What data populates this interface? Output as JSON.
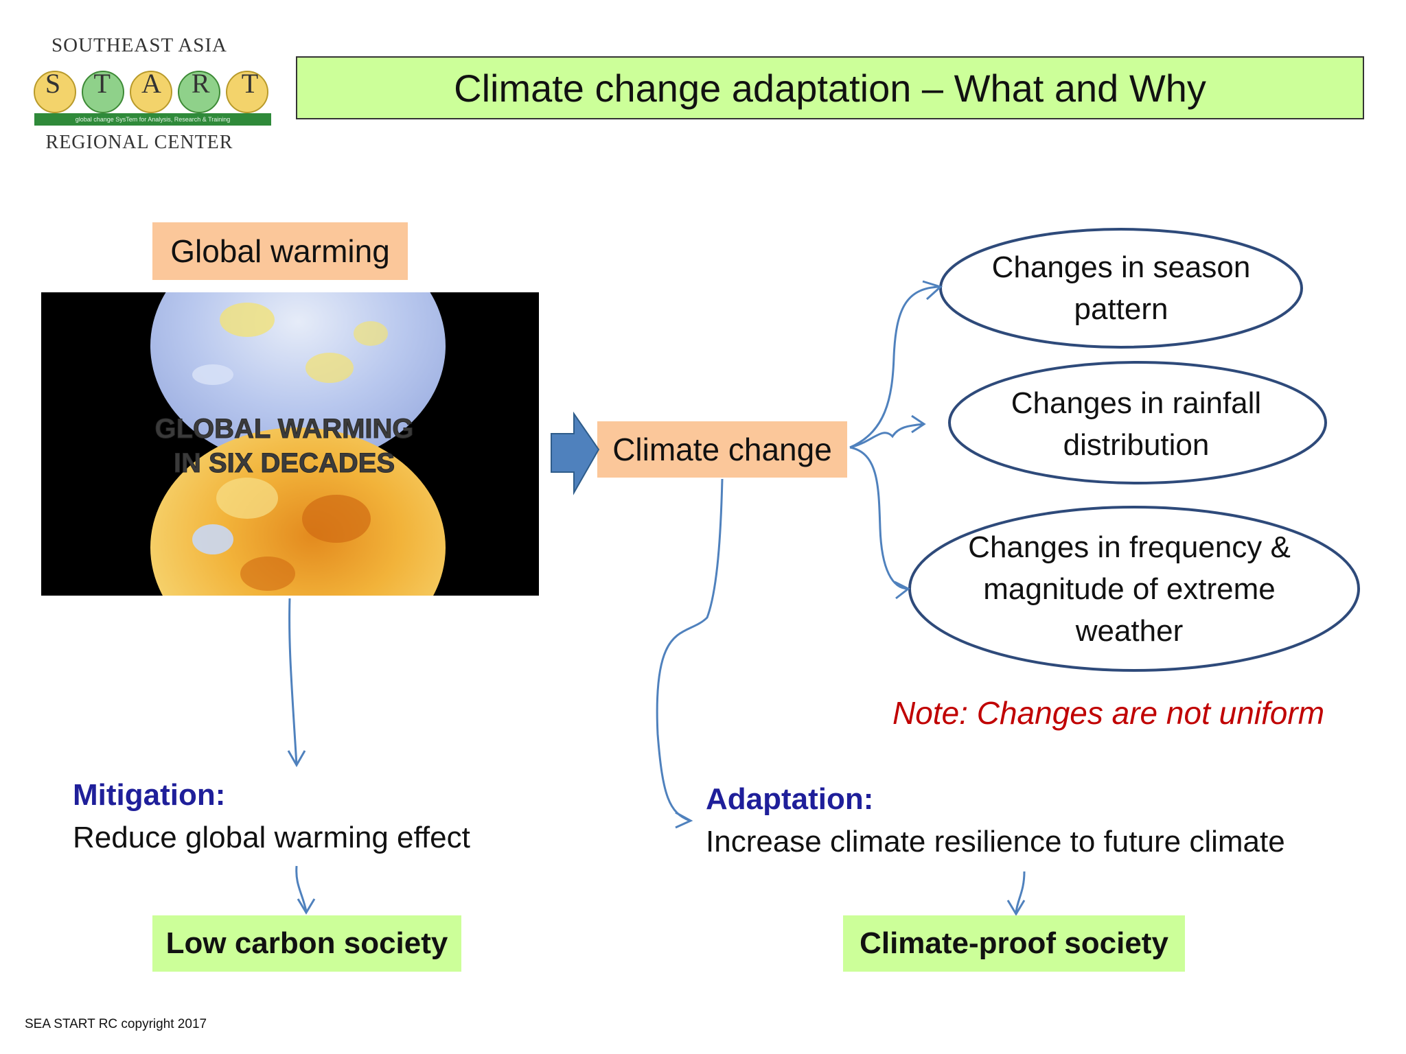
{
  "logo": {
    "top_text": "SOUTHEAST ASIA",
    "letters": [
      "S",
      "T",
      "A",
      "R",
      "T"
    ],
    "tagline": "global change SysTem for Analysis, Research & Training",
    "bottom_text": "REGIONAL CENTER"
  },
  "title": "Climate change adaptation – What and Why",
  "global_warming_label": "Global warming",
  "globe_image": {
    "caption_line1": "GLOBAL WARMING",
    "caption_line2": "IN SIX DECADES"
  },
  "climate_change_label": "Climate change",
  "impacts": [
    "Changes in season pattern",
    "Changes in rainfall distribution",
    "Changes in frequency & magnitude of extreme weather"
  ],
  "impact_lines": {
    "season": [
      "Changes in season",
      "pattern"
    ],
    "rainfall": [
      "Changes in rainfall",
      "distribution"
    ],
    "extreme": [
      "Changes in frequency &",
      "magnitude of extreme",
      "weather"
    ]
  },
  "note": "Note: Changes are not uniform",
  "mitigation": {
    "heading": "Mitigation:",
    "text": "Reduce global warming effect",
    "outcome": "Low carbon society"
  },
  "adaptation": {
    "heading": "Adaptation:",
    "text": "Increase climate resilience to future climate",
    "outcome": "Climate-proof society"
  },
  "copyright": "SEA START RC copyright 2017",
  "colors": {
    "title_bg": "#ccff99",
    "label_bg": "#fbc79a",
    "arrow": "#4f81bd",
    "ellipse_border": "#2e4a7a",
    "heading_blue": "#1f1f9a",
    "note_red": "#c00000"
  }
}
